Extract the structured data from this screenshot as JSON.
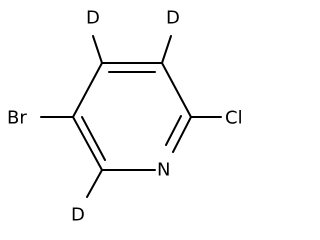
{
  "molecule": {
    "atoms": {
      "d_top_left": "D",
      "d_top_right": "D",
      "bromine": "Br",
      "chlorine": "Cl",
      "nitrogen": "N",
      "d_bottom": "D"
    }
  }
}
